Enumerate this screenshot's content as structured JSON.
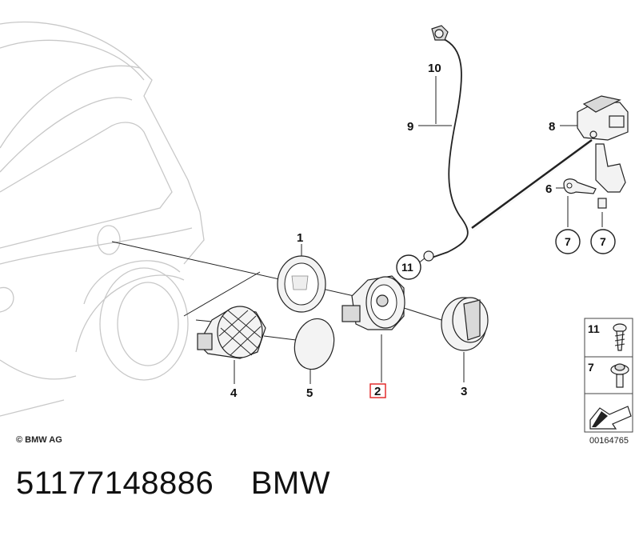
{
  "diagram": {
    "parts": [
      {
        "label": "1"
      },
      {
        "label": "2",
        "highlighted": true
      },
      {
        "label": "3"
      },
      {
        "label": "4"
      },
      {
        "label": "5"
      },
      {
        "label": "6"
      },
      {
        "label": "7"
      },
      {
        "label": "8"
      },
      {
        "label": "9"
      },
      {
        "label": "10"
      },
      {
        "label": "11"
      }
    ],
    "circled_labels": [
      "11",
      "7",
      "7"
    ],
    "legend": {
      "items": [
        {
          "label": "11",
          "icon": "screw-icon"
        },
        {
          "label": "7",
          "icon": "flange-bolt-icon"
        }
      ],
      "image_number": "00164765"
    },
    "copyright": "© BMW AG",
    "highlight_color": "#e02020"
  },
  "caption": {
    "part_number": "51177148886",
    "brand": "BMW"
  }
}
